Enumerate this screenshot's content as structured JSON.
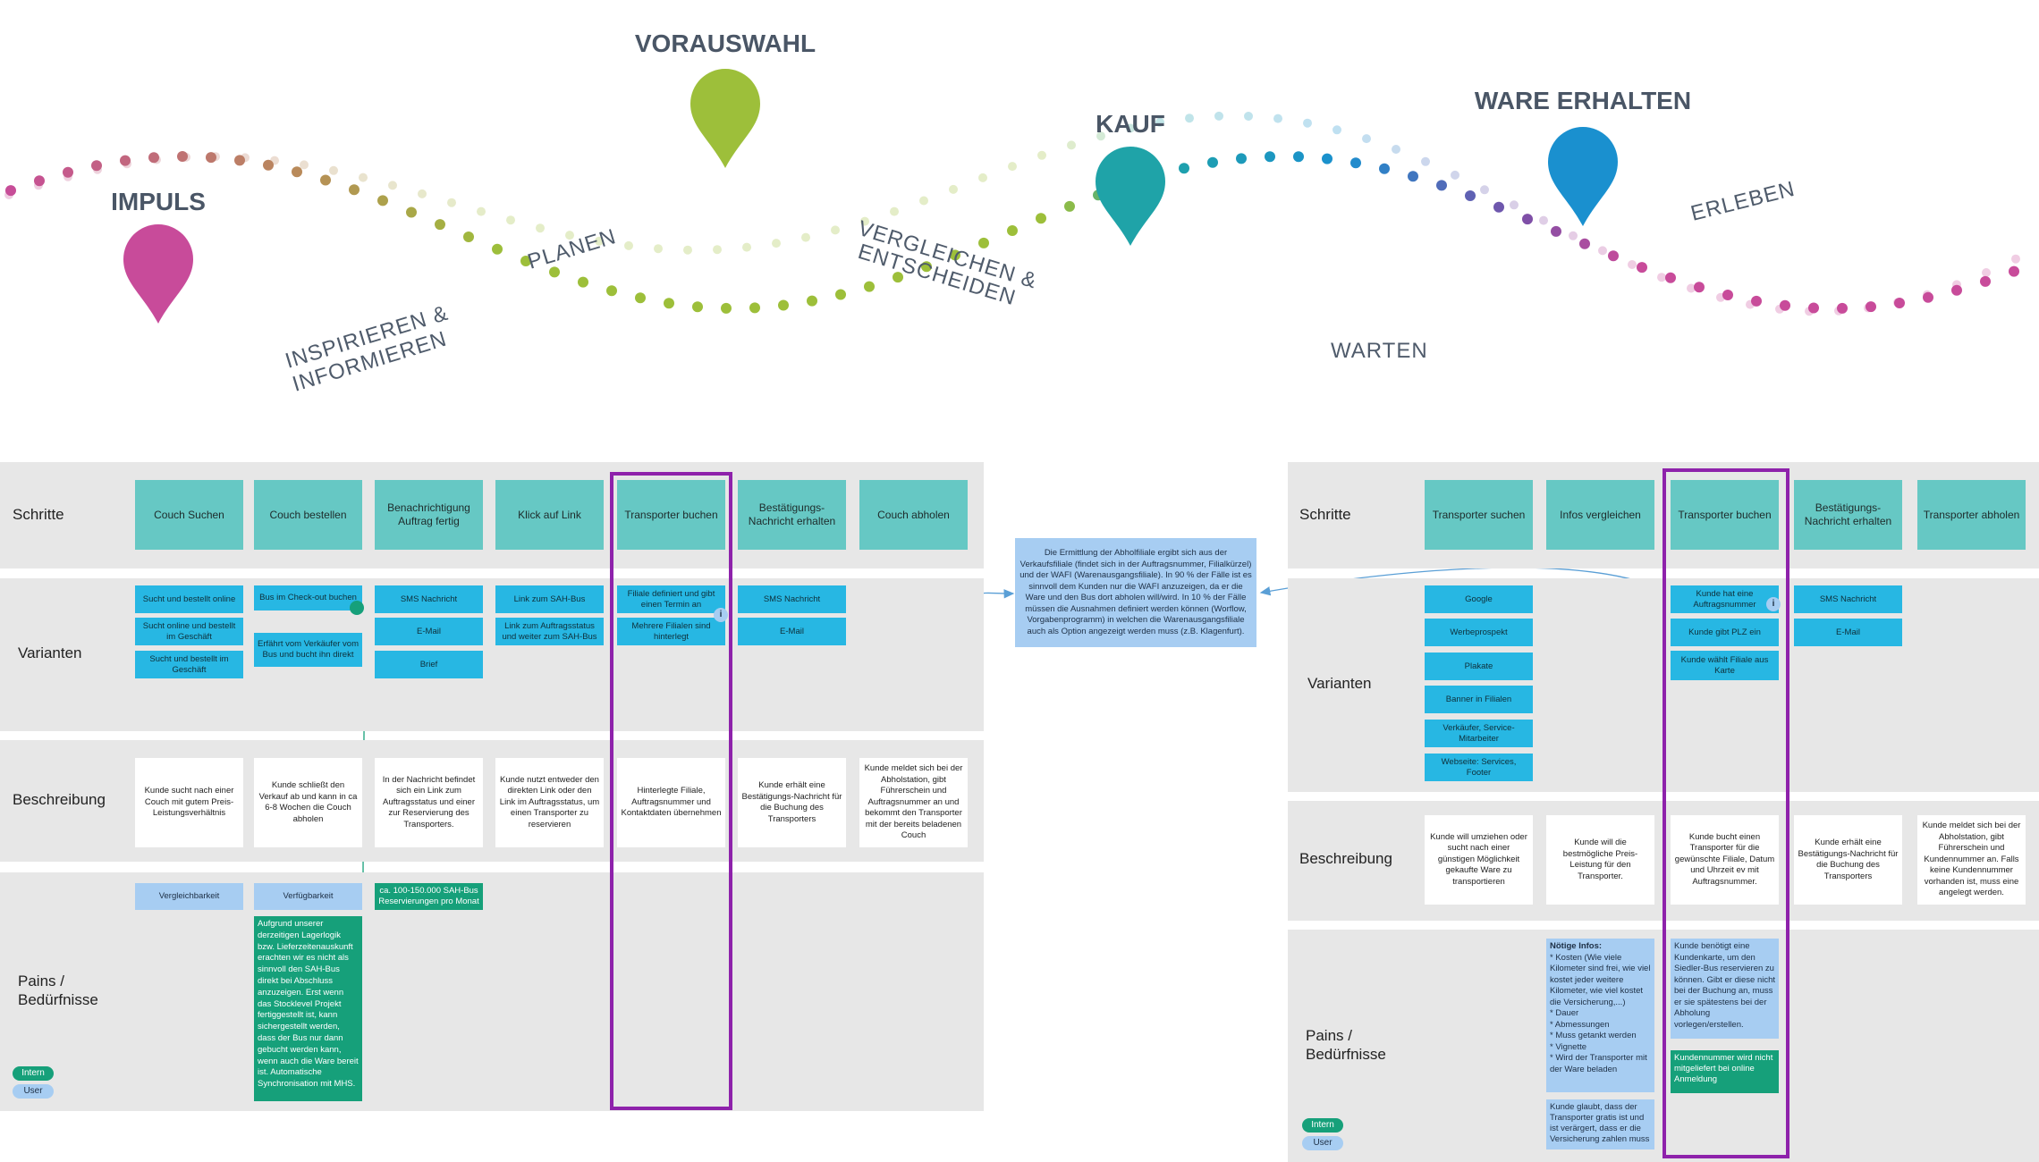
{
  "journey": {
    "stages": [
      "IMPULS",
      "VORAUSWAHL",
      "KAUF",
      "WARE ERHALTEN"
    ],
    "phases": [
      "INSPIRIEREN &",
      "INFORMIEREN",
      "PLANEN",
      "VERGLEICHEN &",
      "ENTSCHEIDEN",
      "WARTEN",
      "ERLEBEN"
    ],
    "colors": {
      "impuls": "#c84b9a",
      "vorauswahl": "#9dbf3a",
      "kauf": "#1fa3a8",
      "ware": "#1a90cf",
      "title": "#4a5666"
    }
  },
  "left": {
    "lanes": {
      "schritte": "Schritte",
      "varianten": "Varianten",
      "beschreibung": "Beschreibung",
      "pains": "Pains /\nBedürfnisse"
    },
    "steps": [
      "Couch Suchen",
      "Couch bestellen",
      "Benachrichtigung Auftrag fertig",
      "Klick auf Link",
      "Transporter buchen",
      "Bestätigungs-Nachricht erhalten",
      "Couch abholen"
    ],
    "variants": [
      [
        "Sucht und bestellt online",
        "Sucht online und bestellt im Geschäft",
        "Sucht und bestellt im Geschäft"
      ],
      [
        "Bus im Check-out buchen",
        "Erfährt vom Verkäufer vom Bus und bucht ihn direkt"
      ],
      [
        "SMS Nachricht",
        "E-Mail",
        "Brief"
      ],
      [
        "Link zum SAH-Bus",
        "Link zum Auftragsstatus und weiter zum SAH-Bus"
      ],
      [
        "Filiale definiert und gibt einen Termin an",
        "Mehrere Filialen sind hinterlegt"
      ],
      [
        "SMS Nachricht",
        "E-Mail"
      ]
    ],
    "descriptions": [
      "Kunde sucht nach einer Couch mit gutem Preis-Leistungsverhältnis",
      "Kunde schließt den Verkauf ab und kann in ca 6-8 Wochen die Couch abholen",
      "In der Nachricht befindet sich ein Link zum Auftragsstatus und einer zur Reservierung des Transporters.",
      "Kunde nutzt entweder den direkten Link oder den Link im Auftragsstatus, um einen Transporter zu reservieren",
      "Hinterlegte Filiale, Auftragsnummer und Kontaktdaten übernehmen",
      "Kunde erhält eine Bestätigungs-Nachricht für die Buchung des Transporters",
      "Kunde meldet sich bei der Abholstation, gibt Führerschein und Auftragsnummer an und bekommt den Transporter mit der bereits beladenen Couch"
    ],
    "pains": {
      "vergleichbarkeit": "Vergleichbarkeit",
      "verfuegbarkeit": "Verfügbarkeit",
      "reservierungen": "ca. 100-150.000 SAH-Bus Reservierungen pro Monat",
      "lagerlogik": "Aufgrund unserer derzeitigen Lagerlogik bzw. Lieferzeitenauskunft erachten wir es nicht als sinnvoll den SAH-Bus direkt bei Abschluss anzuzeigen. Erst wenn das Stocklevel Projekt fertiggestellt ist, kann sichergestellt werden, dass der Bus nur dann gebucht werden kann, wenn auch die Ware bereit ist. Automatische Synchronisation mit MHS."
    },
    "legend": {
      "intern": "Intern",
      "user": "User"
    }
  },
  "middle_note": "Die Ermittlung der Abholfiliale ergibt sich aus der Verkaufsfiliale (findet sich in der Auftragsnummer, Filialkürzel) und der WAFI (Warenausgangsfiliale). In 90 % der Fälle ist es sinnvoll dem Kunden nur die WAFI anzuzeigen, da er die Ware und den Bus dort abholen will/wird. In 10 % der Fälle müssen die Ausnahmen definiert werden können (Worflow, Vorgabenprogramm) in welchen die Warenausgangsfiliale auch als  Option angezeigt werden muss (z.B. Klagenfurt).",
  "right": {
    "lanes": {
      "schritte": "Schritte",
      "varianten": "Varianten",
      "beschreibung": "Beschreibung",
      "pains": "Pains /\nBedürfnisse"
    },
    "steps": [
      "Transporter suchen",
      "Infos vergleichen",
      "Transporter buchen",
      "Bestätigungs-Nachricht erhalten",
      "Transporter abholen"
    ],
    "variants": [
      [
        "Google",
        "Werbeprospekt",
        "Plakate",
        "Banner in Filialen",
        "Verkäufer, Service-Mitarbeiter",
        "Webseite: Services, Footer"
      ],
      [
        "Kunde hat eine Auftragsnummer",
        "Kunde gibt PLZ ein",
        "Kunde wählt Filiale aus Karte"
      ],
      [
        "SMS Nachricht",
        "E-Mail"
      ]
    ],
    "descriptions": [
      "Kunde will umziehen oder sucht nach einer günstigen Möglichkeit gekaufte Ware zu transportieren",
      "Kunde will die bestmögliche Preis-Leistung für den Transporter.",
      "Kunde bucht einen Transporter für die gewünschte Filiale, Datum und Uhrzeit ev mit Auftragsnummer.",
      "Kunde erhält eine Bestätigungs-Nachricht für die Buchung des Transporters",
      "Kunde meldet sich bei der Abholstation, gibt Führerschein und Kundennummer an. Falls keine Kundennummer vorhanden ist, muss eine angelegt werden."
    ],
    "pains": {
      "noetige_title": "Nötige Infos:",
      "noetige_lines": [
        "* Kosten (Wie viele Kilometer sind frei, wie viel kostet jeder weitere Kilometer, wie viel kostet die Versicherung,...)",
        "* Dauer",
        "* Abmessungen",
        "* Muss getankt werden",
        "* Vignette",
        "* Wird der Transporter mit der Ware beladen"
      ],
      "gratis": "Kunde glaubt, dass der Transporter gratis ist und ist verärgert, dass er die Versicherung zahlen muss",
      "kundenkarte": "Kunde benötigt eine Kundenkarte, um den Siedler-Bus reservieren zu können. Gibt er diese nicht bei der Buchung an, muss er sie spätestens bei der Abholung vorlegen/erstellen.",
      "kundennummer": "Kundennummer wird nicht mitgeliefert bei online Anmeldung"
    },
    "legend": {
      "intern": "Intern",
      "user": "User"
    }
  },
  "info_glyph": "i"
}
